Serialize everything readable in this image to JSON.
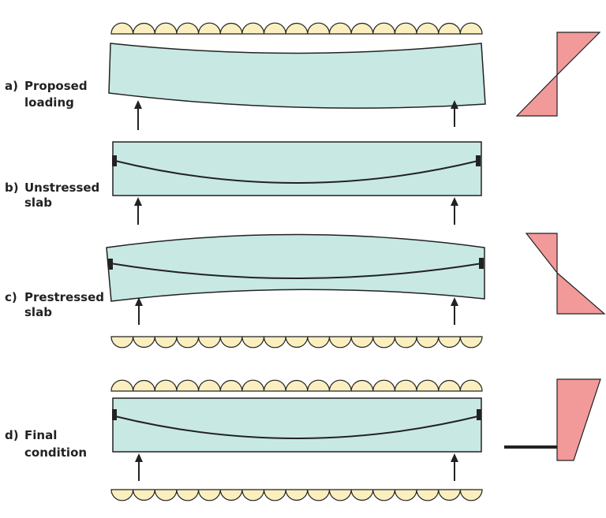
{
  "colors": {
    "slab_fill": "#c8e8e4",
    "slab_stroke": "#222222",
    "load_fill": "#fbefbf",
    "load_stroke": "#222222",
    "stress_fill": "#f2999a",
    "stress_stroke": "#222222",
    "tendon": "#222222",
    "arrow": "#222222"
  },
  "rows": [
    {
      "tag": "a)",
      "line1": "Proposed",
      "line2": "loading"
    },
    {
      "tag": "b)",
      "line1": "Unstressed",
      "line2": "slab"
    },
    {
      "tag": "c)",
      "line1": "Prestressed",
      "line2": "slab"
    },
    {
      "tag": "d)",
      "line1": "Final",
      "line2": "condition"
    }
  ]
}
